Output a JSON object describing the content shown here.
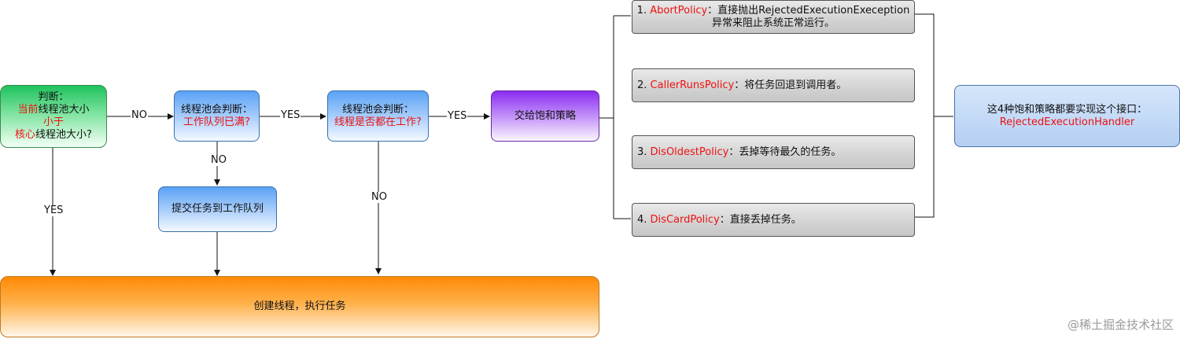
{
  "nodes": {
    "judge_core": {
      "line1": "判断：",
      "line2_red": "当前",
      "line2_black": "线程池大小",
      "line3_red": "小于",
      "line4_red": "核心",
      "line4_black": "线程池大小?"
    },
    "judge_queue": {
      "line1": "线程池会判断：",
      "line2_red": "工作队列已满?"
    },
    "judge_busy": {
      "line1": "线程池会判断：",
      "line2_red": "线程是否都在工作?"
    },
    "submit_queue": {
      "label": "提交任务到工作队列"
    },
    "saturation": {
      "label": "交给饱和策略"
    },
    "create_thread": {
      "label": "创建线程，执行任务"
    },
    "interface_note": {
      "line1": "这4种饱和策略都要实现这个接口：",
      "line2_red": "RejectedExecutionHandler"
    }
  },
  "policies": [
    {
      "num": "1. ",
      "name": "AbortPolicy",
      "desc": "：直接抛出RejectedExecutionExeception",
      "desc2": "异常来阻止系统正常运行。"
    },
    {
      "num": "2. ",
      "name": "CallerRunsPolicy",
      "desc": "：将任务回退到调用者。",
      "desc2": ""
    },
    {
      "num": "3. ",
      "name": "DisOldestPolicy",
      "desc": "：丢掉等待最久的任务。",
      "desc2": ""
    },
    {
      "num": "4. ",
      "name": "DisCardPolicy",
      "desc": "：直接丢掉任务。",
      "desc2": ""
    }
  ],
  "edge_labels": {
    "core_to_queue": "NO",
    "core_to_create": "YES",
    "queue_to_busy": "YES",
    "queue_to_submit": "NO",
    "busy_to_saturation": "YES",
    "busy_to_create": "NO"
  },
  "watermark": "@稀土掘金技术社区",
  "colors": {
    "accent_red": "#ee1111",
    "green": "#1fc25e",
    "blue": "#5aa2f5",
    "purple": "#8a2cf2",
    "orange": "#ff8a05",
    "gray": "#d2d2d2"
  }
}
